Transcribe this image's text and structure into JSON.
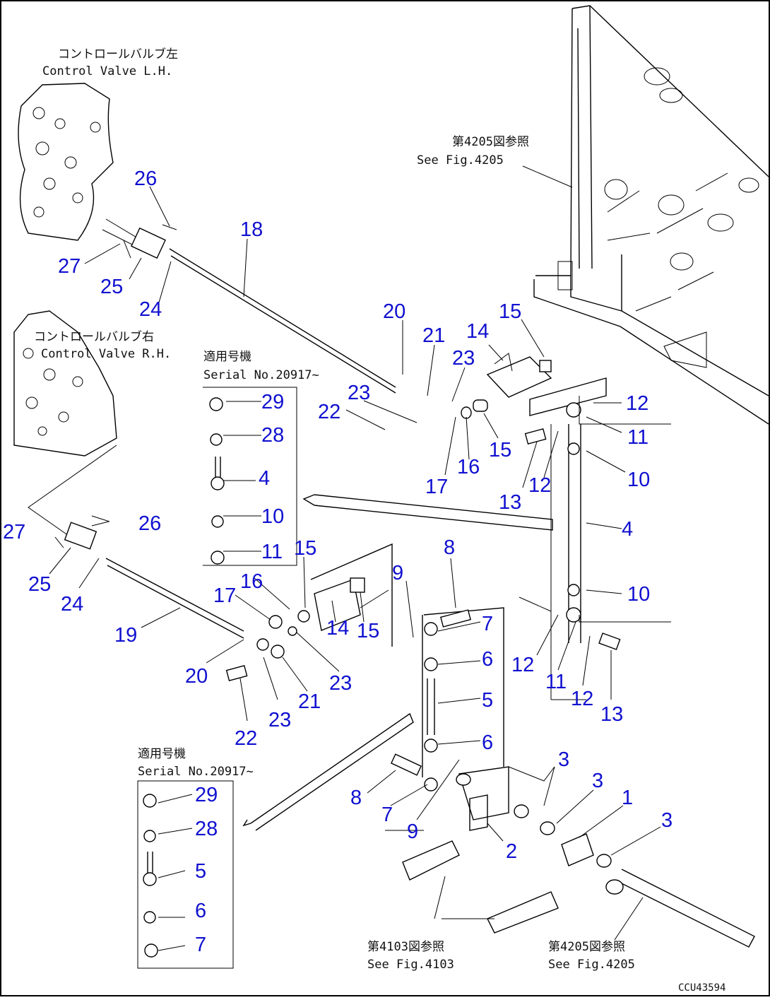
{
  "labels": {
    "cv_left_jp": "コントロールバルブ左",
    "cv_left_en": "Control Valve L.H.",
    "cv_right_jp": "コントロールバルブ右",
    "cv_right_en": "Control Valve R.H.",
    "fig4205_jp": "第4205図参照",
    "fig4205_en": "See Fig.4205",
    "serial_jp": "適用号機",
    "serial_en": "Serial No.20917~",
    "fig4103_jp": "第4103図参照",
    "fig4103_en": "See Fig.4103",
    "fig4205b_jp": "第4205図参照",
    "fig4205b_en": "See Fig.4205",
    "drawing_code": "CCU43594"
  },
  "callouts": {
    "c1": "1",
    "c2": "2",
    "c3": "3",
    "c4": "4",
    "c5": "5",
    "c6": "6",
    "c7": "7",
    "c8": "8",
    "c9": "9",
    "c10": "10",
    "c11": "11",
    "c12": "12",
    "c13": "13",
    "c14": "14",
    "c15": "15",
    "c16": "16",
    "c17": "17",
    "c18": "18",
    "c19": "19",
    "c20": "20",
    "c21": "21",
    "c22": "22",
    "c23": "23",
    "c24": "24",
    "c25": "25",
    "c26": "26",
    "c27": "27",
    "c28": "28",
    "c29": "29"
  }
}
